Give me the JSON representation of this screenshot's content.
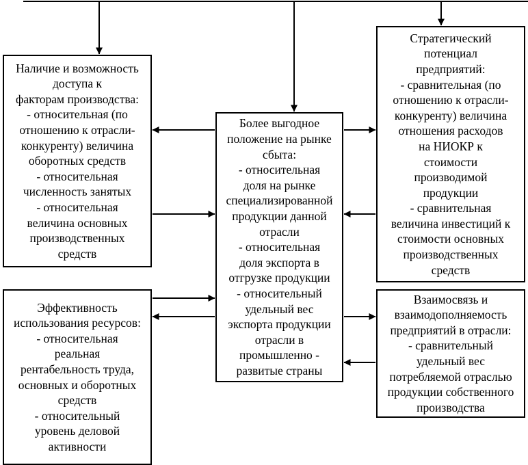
{
  "diagram": {
    "left_top_box": {
      "lines": [
        "Наличие и возможность",
        "доступа к",
        "факторам производства:",
        "- относительная (по",
        "отношению к отрасли-",
        "конкуренту) величина",
        "оборотных средств",
        "- относительная",
        "численность занятых",
        "- относительная",
        "величина основных",
        "производственных",
        "средств"
      ]
    },
    "center_box": {
      "lines": [
        "Более выгодное",
        "положение на рынке",
        "сбыта:",
        "- относительная",
        "доля на рынке",
        "специализированной",
        "продукции данной",
        "отрасли",
        "- относительная",
        "доля экспорта в",
        "отгрузке продукции",
        "- относительный",
        "удельный вес",
        "экспорта продукции",
        "отрасли в",
        "промышленно -",
        "развитые страны"
      ]
    },
    "right_top_box": {
      "lines": [
        "Стратегический",
        "потенциал",
        "предприятий:",
        "- сравнительная (по",
        "отношению к отрасли-",
        "конкуренту) величина",
        "отношения расходов",
        "на НИОКР к",
        "стоимости",
        "производимой",
        "продукции",
        "- сравнительная",
        "величина инвестиций к",
        "стоимости основных",
        "производственных",
        "средств"
      ]
    },
    "left_bottom_box": {
      "lines": [
        "Эффективность",
        "использования ресурсов:",
        "- относительная",
        "реальная",
        "рентабельность труда,",
        "основных и оборотных",
        "средств",
        "- относительный",
        "уровень деловой",
        "активности"
      ]
    },
    "right_bottom_box": {
      "lines": [
        "Взаимосвязь и",
        "взаимодополняемость",
        "предприятий в отрасли:",
        "- сравнительный",
        "удельный вес",
        "потребляемой отраслью",
        "продукции собственного",
        "производства"
      ]
    }
  }
}
